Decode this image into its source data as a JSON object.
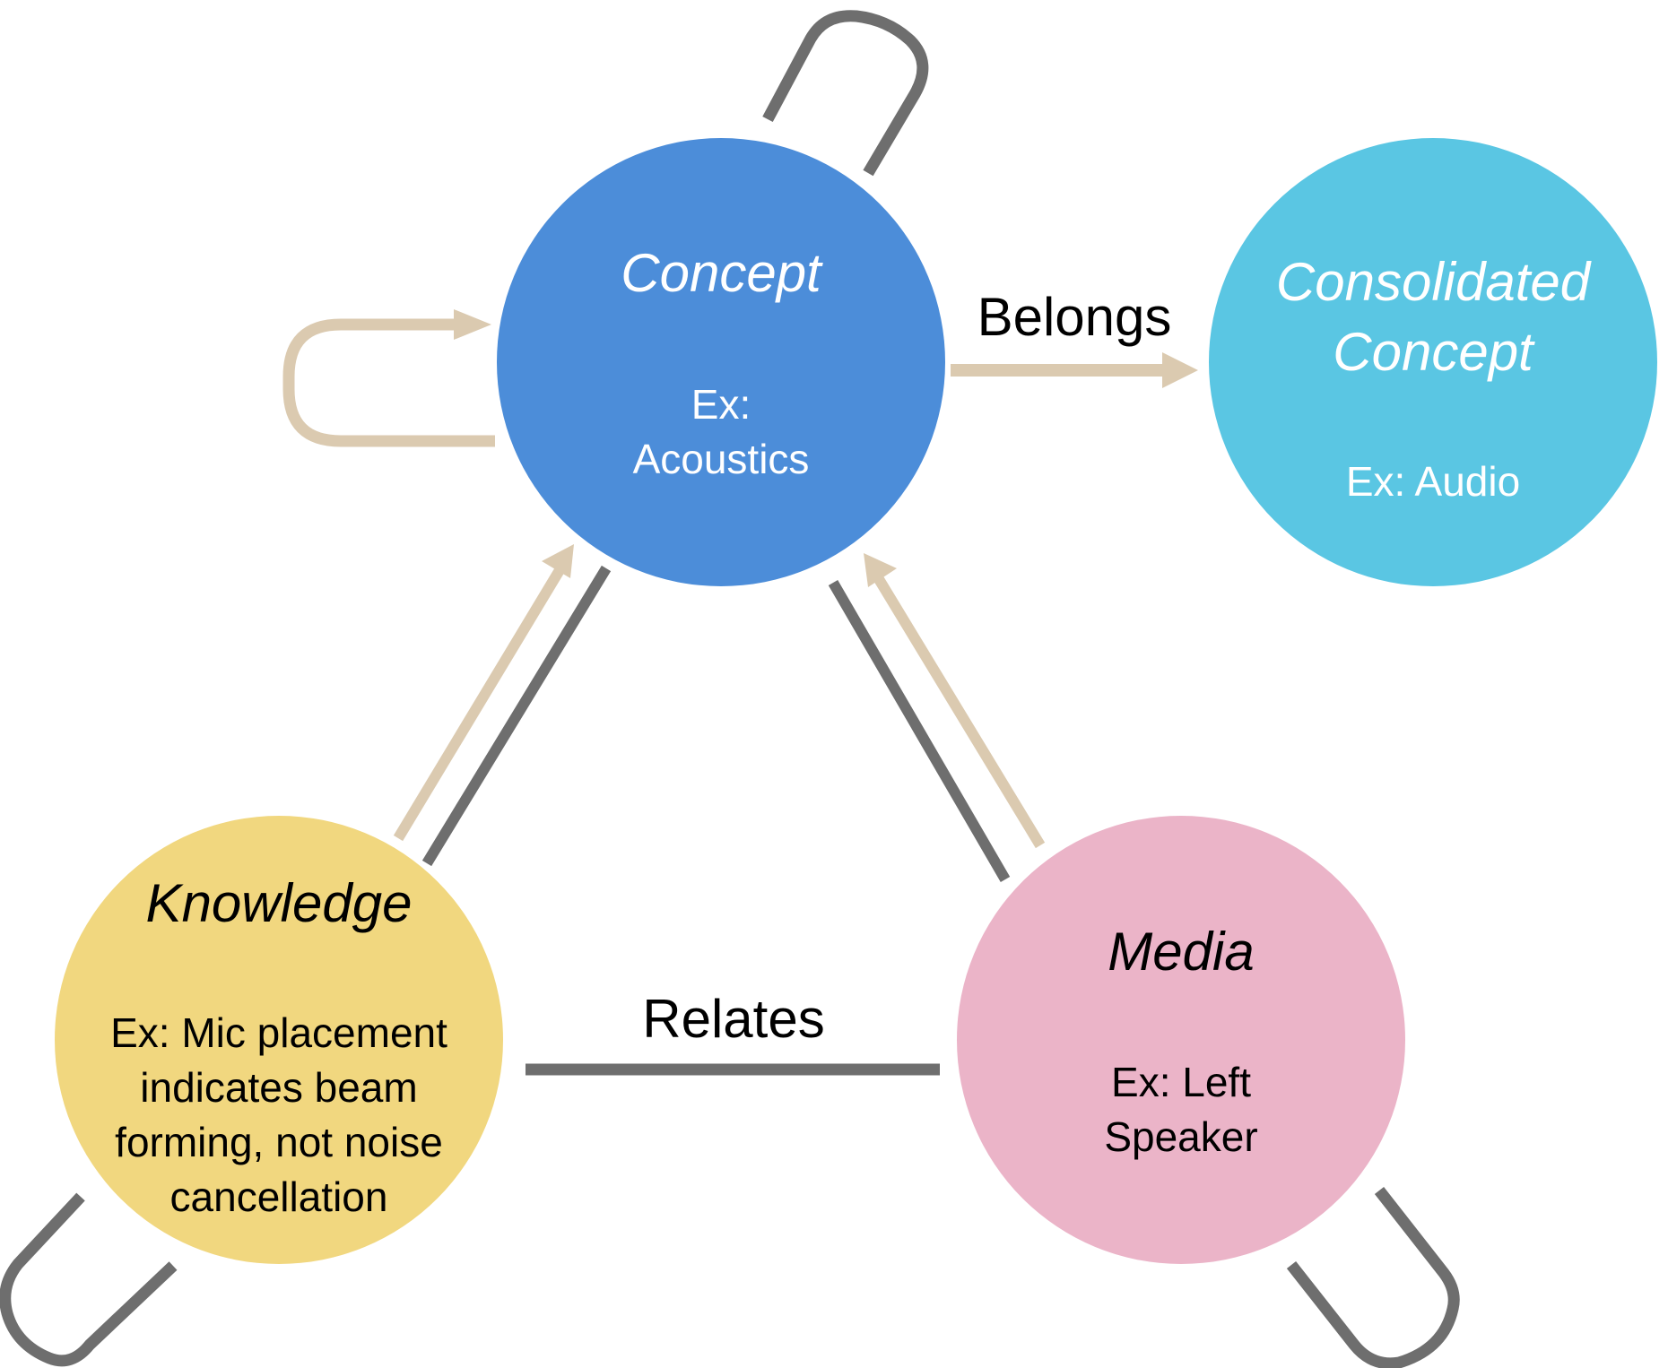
{
  "colors": {
    "concept": "#4C8DD9",
    "consolidated": "#5AC6E3",
    "knowledge": "#F1D77F",
    "media": "#EBB4C8",
    "relation_line": "#6E6E6E",
    "directed_arrow": "#DBCAB0",
    "light_text": "#FFFFFF",
    "dark_text": "#000000"
  },
  "nodes": {
    "concept": {
      "title": "Concept",
      "example_lines": [
        "Ex:",
        "Acoustics"
      ]
    },
    "consolidated": {
      "title_lines": [
        "Consolidated",
        "Concept"
      ],
      "example_lines": [
        "Ex: Audio"
      ]
    },
    "knowledge": {
      "title": "Knowledge",
      "example_lines": [
        "Ex: Mic placement",
        "indicates beam",
        "forming, not noise",
        "cancellation"
      ]
    },
    "media": {
      "title": "Media",
      "example_lines": [
        "Ex: Left",
        "Speaker"
      ]
    }
  },
  "edges": {
    "belongs": {
      "label": "Belongs",
      "from": "Concept",
      "to": "Consolidated Concept",
      "kind": "directed"
    },
    "relates": {
      "label": "Relates",
      "from": "Knowledge",
      "to": "Media",
      "kind": "undirected"
    },
    "knowledge_to_concept": {
      "from": "Knowledge",
      "to": "Concept",
      "kind": "directed+undirected"
    },
    "media_to_concept": {
      "from": "Media",
      "to": "Concept",
      "kind": "directed+undirected"
    },
    "concept_self_directed": {
      "from": "Concept",
      "to": "Concept",
      "kind": "directed"
    },
    "concept_self_relates": {
      "from": "Concept",
      "to": "Concept",
      "kind": "undirected"
    },
    "knowledge_self_relates": {
      "from": "Knowledge",
      "to": "Knowledge",
      "kind": "undirected"
    },
    "media_self_relates": {
      "from": "Media",
      "to": "Media",
      "kind": "undirected"
    }
  }
}
